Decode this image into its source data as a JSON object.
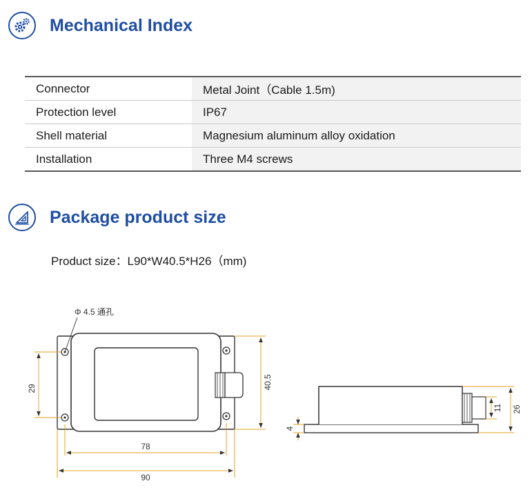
{
  "sections": {
    "mechanical": {
      "title": "Mechanical Index",
      "icon": "gears-icon"
    },
    "package": {
      "title": "Package product size",
      "icon": "set-square-icon"
    }
  },
  "spec_table": [
    {
      "key": "Connector",
      "value": "Metal Joint（Cable 1.5m)"
    },
    {
      "key": "Protection level",
      "value": "IP67"
    },
    {
      "key": "Shell material",
      "value": "Magnesium aluminum alloy oxidation"
    },
    {
      "key": "Installation",
      "value": "Three M4 screws"
    }
  ],
  "product_size": "Product size：L90*W40.5*H26（mm)",
  "drawing": {
    "hole_label": "Φ 4.5 通孔",
    "dim_29": "29",
    "dim_40_5": "40.5",
    "dim_78": "78",
    "dim_90": "90",
    "dim_4": "4",
    "dim_11": "11",
    "dim_26": "26"
  },
  "colors": {
    "accent": "#1f4ea3",
    "dimension_line": "#e0a020"
  }
}
